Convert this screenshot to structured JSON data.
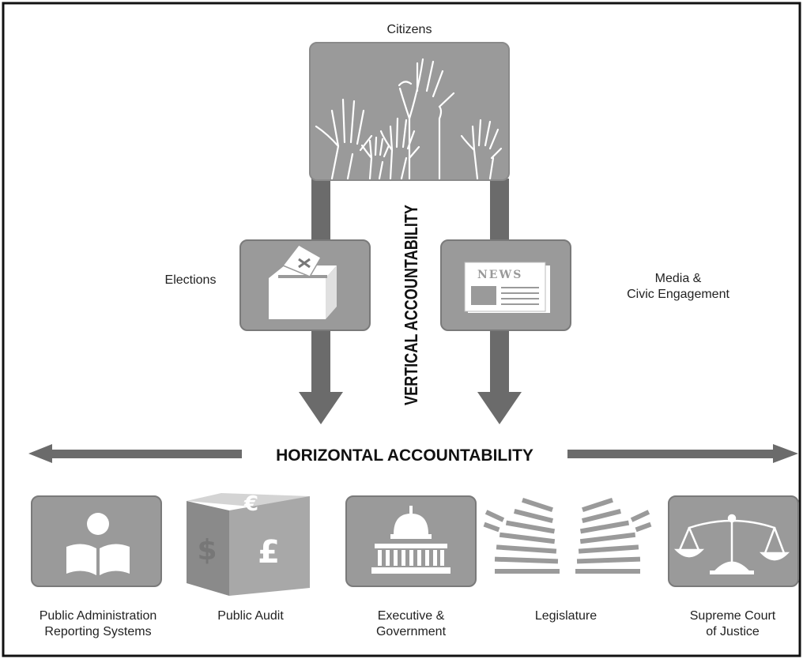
{
  "top": {
    "title": "Citizens"
  },
  "vertical": {
    "axis_label": "VERTICAL ACCOUNTABILITY",
    "left_label": "Elections",
    "right_label": "Media &\nCivic Engagement",
    "news_word": "NEWS"
  },
  "horizontal": {
    "axis_label": "HORIZONTAL ACCOUNTABILITY"
  },
  "institutions": [
    {
      "label": "Public Administration\nReporting Systems",
      "icon": "reading-person-icon"
    },
    {
      "label": "Public Audit",
      "icon": "currency-cube-icon",
      "symbols": [
        "€",
        "$",
        "£"
      ]
    },
    {
      "label": "Executive &\nGovernment",
      "icon": "capitol-icon"
    },
    {
      "label": "Legislature",
      "icon": "parliament-seats-icon"
    },
    {
      "label": "Supreme Court\nof Justice",
      "icon": "scales-icon"
    }
  ],
  "colors": {
    "box": "#9a9a9a",
    "box_border": "#777777",
    "arrow": "#6b6b6b",
    "frame": "#111111"
  }
}
